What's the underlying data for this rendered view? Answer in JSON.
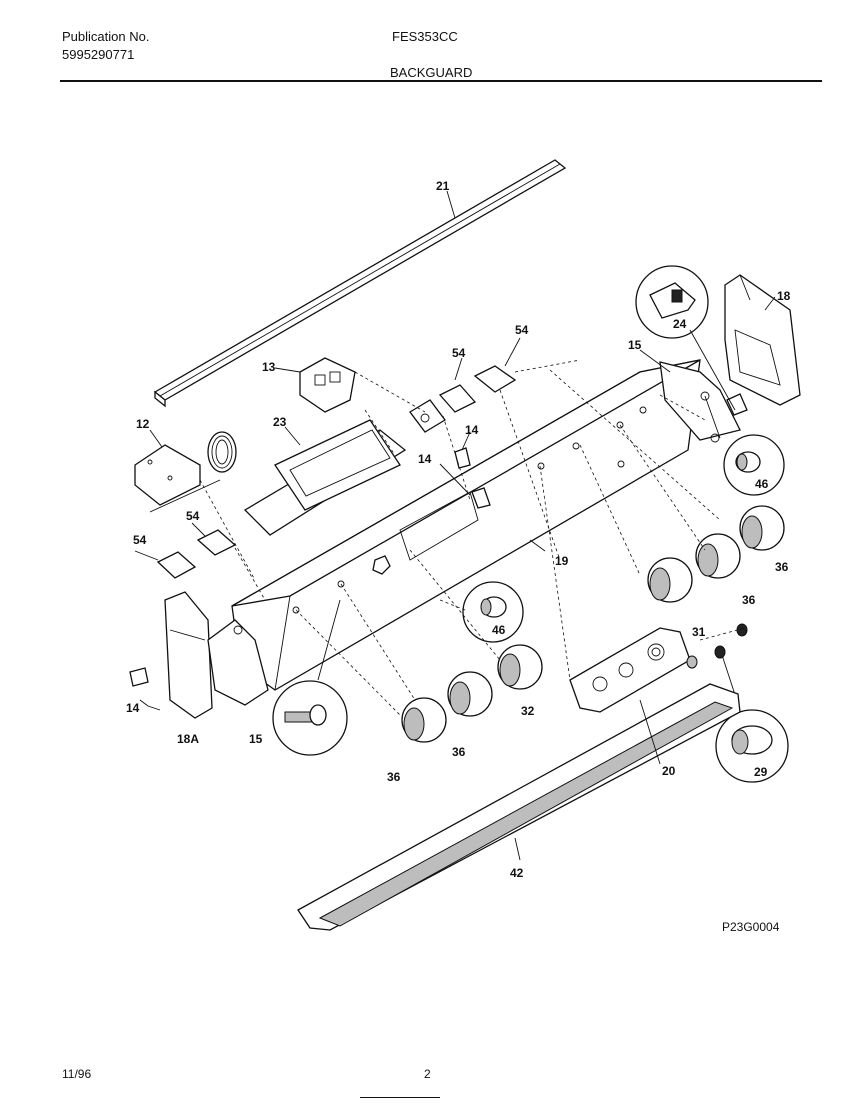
{
  "header": {
    "publication_label": "Publication No.",
    "publication_number": "5995290771",
    "model": "FES353CC",
    "section": "BACKGUARD"
  },
  "diagram": {
    "code": "P23G0004",
    "labels": {
      "p21": "21",
      "p18": "18",
      "p24": "24",
      "p15a": "15",
      "p54a": "54",
      "p54b": "54",
      "p13": "13",
      "p23": "23",
      "p12": "12",
      "p14a": "14",
      "p14b": "14",
      "p46a": "46",
      "p36a": "36",
      "p36b": "36",
      "p19": "19",
      "p54c": "54",
      "p54d": "54",
      "p31": "31",
      "p46b": "46",
      "p32": "32",
      "p20": "20",
      "p29": "29",
      "p36c": "36",
      "p36d": "36",
      "p14c": "14",
      "p18a": "18A",
      "p15b": "15",
      "p42": "42"
    }
  },
  "footer": {
    "date": "11/96",
    "page": "2"
  }
}
